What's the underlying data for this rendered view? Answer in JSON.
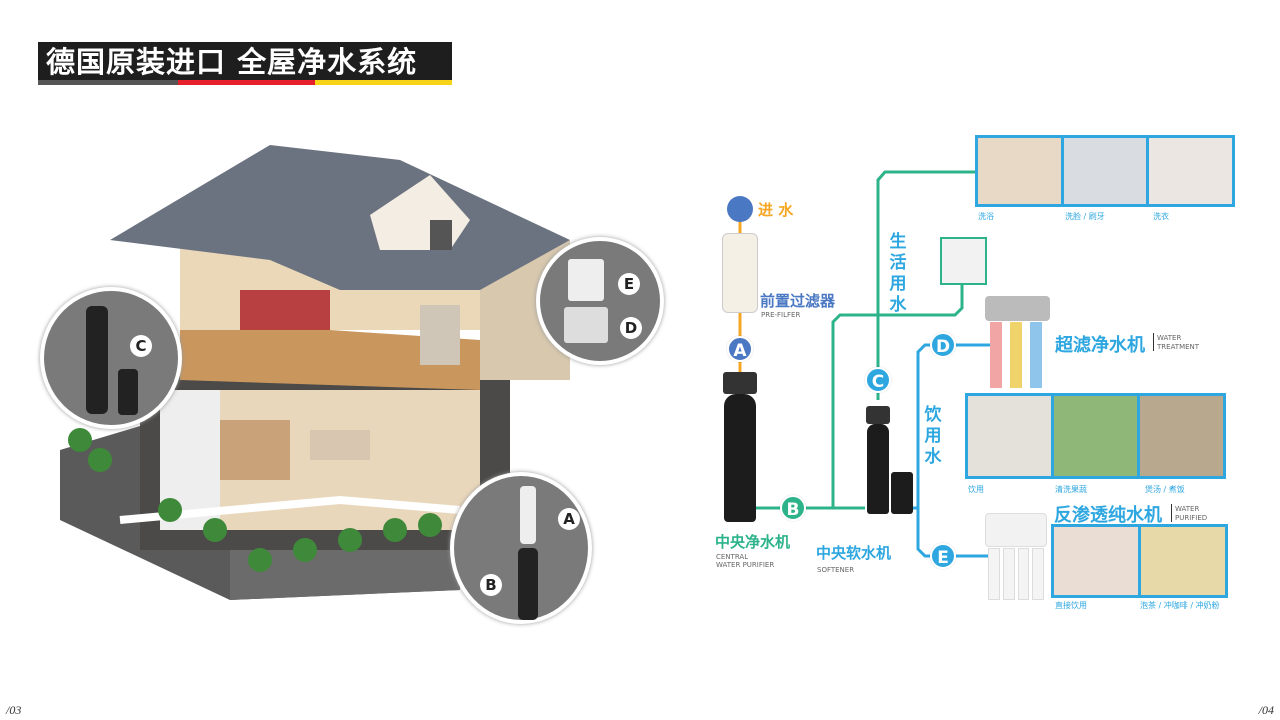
{
  "title": "德国原装进口 全屋净水系统",
  "page_left": "/03",
  "page_right": "/04",
  "house_callouts": {
    "a": "A",
    "b": "B",
    "c": "C",
    "d": "D",
    "e": "E"
  },
  "diagram": {
    "inlet": "进 水",
    "prefilter": {
      "cn": "前置过滤器",
      "en": "PRE-FILFER"
    },
    "central_purifier": {
      "cn": "中央净水机",
      "en1": "CENTRAL",
      "en2": "WATER PURIFIER"
    },
    "softener": {
      "cn": "中央软水机",
      "en": "SOFTENER"
    },
    "domestic_water": "生活用水",
    "drinking_water": "饮用水",
    "nodes": {
      "a": "A",
      "b": "B",
      "c": "C",
      "d": "D",
      "e": "E"
    },
    "ultrafilter": {
      "cn": "超滤净水机",
      "en1": "WATER",
      "en2": "TREATMENT"
    },
    "ro": {
      "cn": "反渗透纯水机",
      "en1": "WATER",
      "en2": "PURIFIED"
    },
    "domestic_uses": [
      "洗浴",
      "洗脸 / 刷牙",
      "洗衣"
    ],
    "ultrafilter_uses": [
      "饮用",
      "清洗果蔬",
      "煲汤 / 煮饭"
    ],
    "ro_uses": [
      "直接饮用",
      "泡茶 / 冲咖啡 / 冲奶粉"
    ]
  },
  "colors": {
    "green": "#2db38a",
    "blue": "#2ea7e0",
    "orange": "#f5a623",
    "navy": "#4a78c2"
  }
}
